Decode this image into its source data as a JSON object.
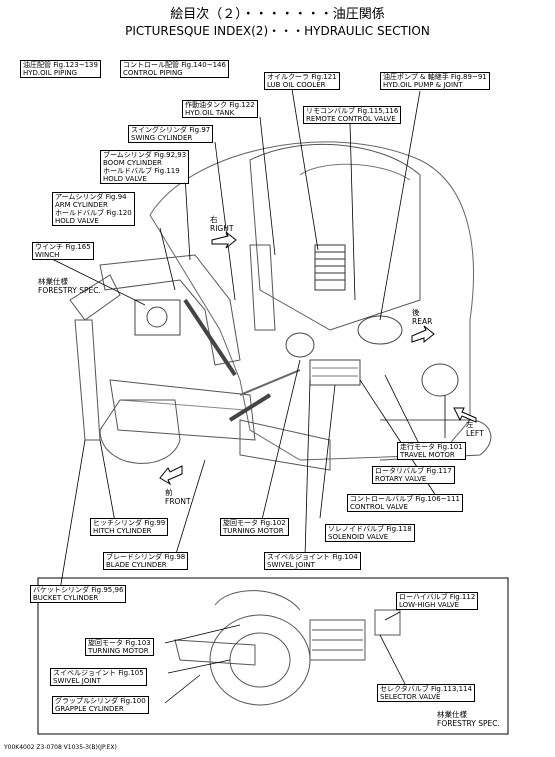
{
  "title": {
    "jp": "絵目次（２）・・・・・・・油圧関係",
    "en": "PICTURESQUE INDEX(2)・・・HYDRAULIC SECTION"
  },
  "labels": {
    "oil_piping": {
      "jp": "油圧配管 Fig.123~139",
      "en": "HYD.OIL PIPING"
    },
    "control_piping": {
      "jp": "コントロール配管 Fig.140~146",
      "en": "CONTROL PIPING"
    },
    "oil_cooler": {
      "jp": "オイルクーラ Fig.121",
      "en": "LUB OIL COOLER"
    },
    "pump": {
      "jp": "油圧ポンプ & 軸継手 Fig.89~91",
      "en": "HYD.OIL PUMP & JOINT"
    },
    "oil_tank": {
      "jp": "作動油タンク Fig.122",
      "en": "HYD.OIL TANK"
    },
    "remote_valve": {
      "jp": "リモコンバルブ Fig.115,116",
      "en": "REMOTE CONTROL VALVE"
    },
    "swing_cyl": {
      "jp": "スイングシリンダ Fig.97",
      "en": "SWING CYLINDER"
    },
    "boom_cyl": {
      "jp": "ブームシリンダ Fig.92,93",
      "en": "BOOM CYLINDER",
      "jp2": "ホールドバルブ Fig.119",
      "en2": "HOLD VALVE"
    },
    "arm_cyl": {
      "jp": "アームシリンダ Fig.94",
      "en": "ARM CYLINDER",
      "jp2": "ホールドバルブ Fig.120",
      "en2": "HOLD VALVE"
    },
    "winch": {
      "jp": "ウインチ Fig.165",
      "en": "WINCH"
    },
    "travel_motor": {
      "jp": "走行モータ Fig.101",
      "en": "TRAVEL MOTOR"
    },
    "rotary_valve": {
      "jp": "ロータリバルブ Fig.117",
      "en": "ROTARY VALVE"
    },
    "control_valve": {
      "jp": "コントロールバルブ Fig.106~111",
      "en": "CONTROL VALVE"
    },
    "hitch_cyl": {
      "jp": "ヒッチシリンダ Fig.99",
      "en": "HITCH CYLINDER"
    },
    "turning_motor": {
      "jp": "旋回モータ Fig.102",
      "en": "TURNING MOTOR"
    },
    "solenoid_valve": {
      "jp": "ソレノイドバルブ Fig.118",
      "en": "SOLENOID VALVE"
    },
    "blade_cyl": {
      "jp": "ブレードシリンダ Fig.98",
      "en": "BLADE CYLINDER"
    },
    "swivel_joint": {
      "jp": "スイベルジョイント Fig.104",
      "en": "SWIVEL JOINT"
    },
    "bucket_cyl": {
      "jp": "バケットシリンダ Fig.95,96",
      "en": "BUCKET CYLINDER"
    },
    "turning_motor_2": {
      "jp": "旋回モータ Fig.103",
      "en": "TURNING MOTOR"
    },
    "swivel_joint_2": {
      "jp": "スイベルジョイント Fig.105",
      "en": "SWIVEL JOINT"
    },
    "grapple_cyl": {
      "jp": "グラップルシリンダ Fig.100",
      "en": "GRAPPLE CYLINDER"
    },
    "low_high_valve": {
      "jp": "ローハイバルブ Fig.112",
      "en": "LOW-HIGH VALVE"
    },
    "selector_valve": {
      "jp": "セレクタバルブ Fig.113,114",
      "en": "SELECTOR VALVE"
    }
  },
  "plain": {
    "forestry1": {
      "jp": "林業仕様",
      "en": "FORESTRY SPEC."
    },
    "forestry2": {
      "jp": "林業仕様",
      "en": "FORESTRY SPEC."
    },
    "right": {
      "jp": "右",
      "en": "RIGHT"
    },
    "rear": {
      "jp": "後",
      "en": "REAR"
    },
    "left": {
      "jp": "左",
      "en": "LEFT"
    },
    "front": {
      "jp": "前",
      "en": "FRONT"
    }
  },
  "footer": "Y00K4002 Z3-0708 V1035-3(B)(JP.EX)"
}
